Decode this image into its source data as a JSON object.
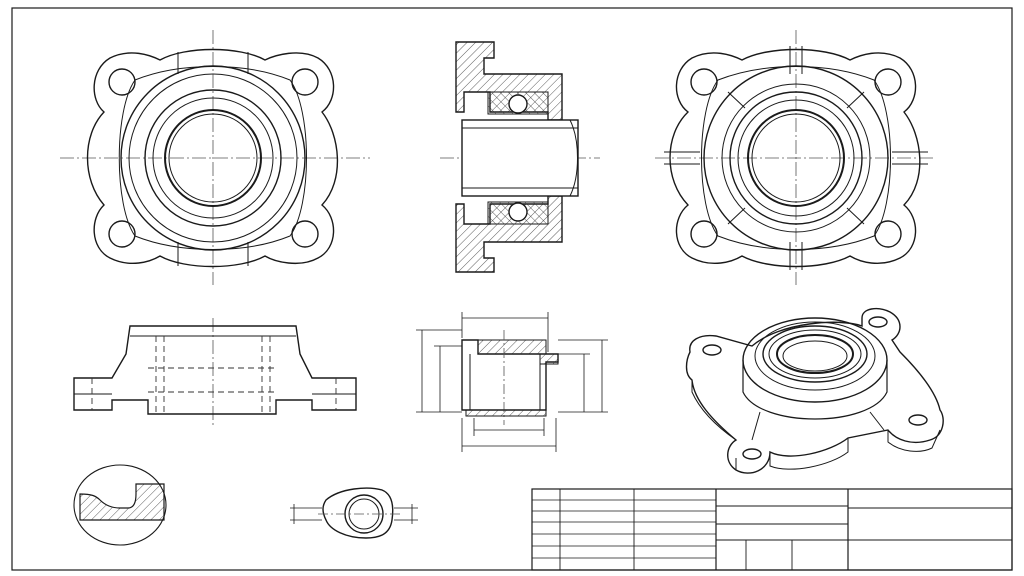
{
  "drawing": {
    "colors": {
      "paper": "#ffffff",
      "line": "#1a1a1a",
      "centerline": "#555555",
      "hatch": "#333333"
    },
    "views": [
      "front-view",
      "section-view",
      "rear-view",
      "side-elevation-view",
      "bushing-dimension-view",
      "isometric-view",
      "detail-view",
      "small-flange-view",
      "title-block"
    ],
    "text_in_drawing": []
  }
}
